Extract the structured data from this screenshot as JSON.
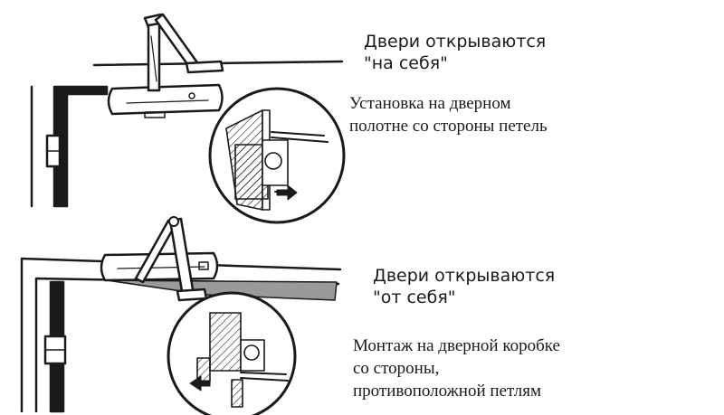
{
  "top_section": {
    "title_line1": "Двери открываются",
    "title_line2": "\"на себя\"",
    "caption_line1": "Установка на дверном",
    "caption_line2": "полотне со стороны петель"
  },
  "bottom_section": {
    "title_line1": "Двери открываются",
    "title_line2": "\"от себя\"",
    "caption_line1": "Монтаж на дверной коробке",
    "caption_line2": "со стороны,",
    "caption_line3": "противоположной петлям"
  },
  "colors": {
    "ink": "#1a1a1a",
    "door_shade": "#9a9a9a",
    "background": "#ffffff"
  }
}
